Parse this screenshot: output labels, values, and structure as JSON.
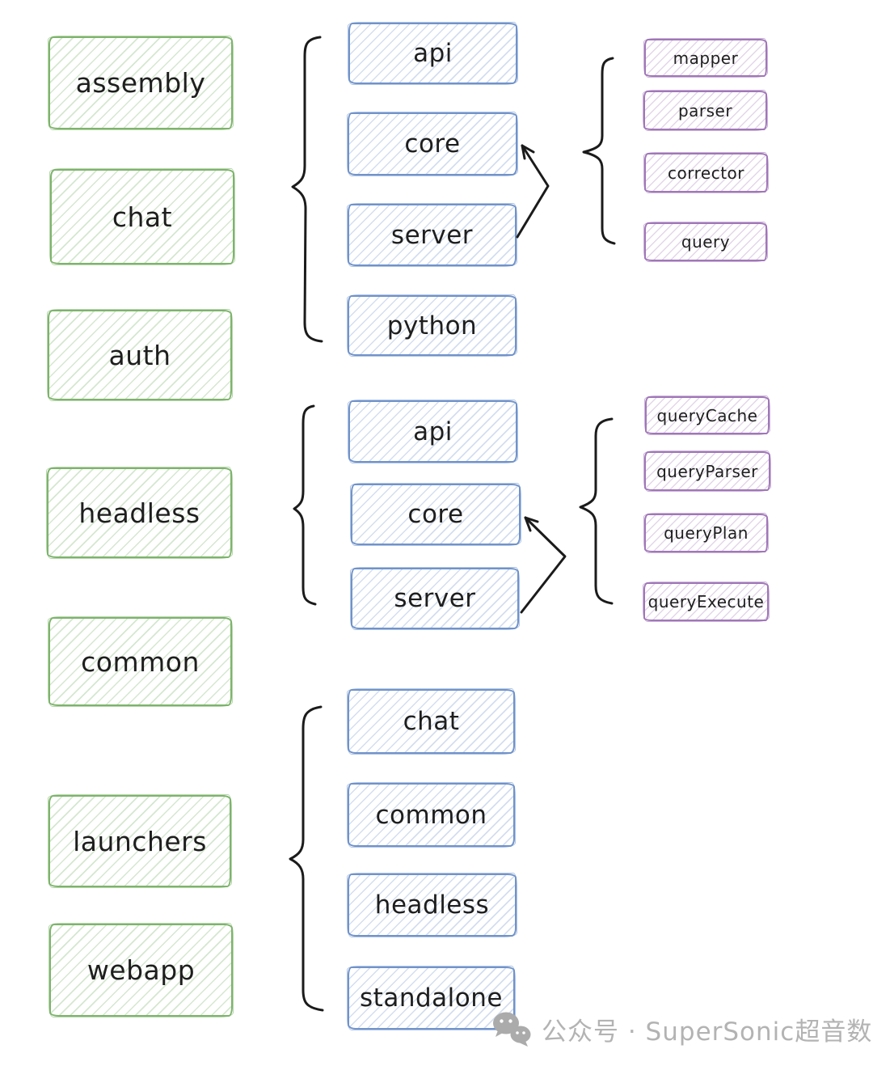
{
  "modules": {
    "left": [
      "assembly",
      "chat",
      "auth",
      "headless",
      "common",
      "launchers",
      "webapp"
    ],
    "blue_top": [
      "api",
      "core",
      "server",
      "python"
    ],
    "blue_mid": [
      "api",
      "core",
      "server"
    ],
    "blue_bottom": [
      "chat",
      "common",
      "headless",
      "standalone"
    ],
    "purple_top": [
      "mapper",
      "parser",
      "corrector",
      "query"
    ],
    "purple_mid": [
      "queryCache",
      "queryParser",
      "queryPlan",
      "queryExecute"
    ]
  },
  "relations": [
    {
      "from": "server",
      "to": "core",
      "section": "top-blue-group",
      "style": "bent-arrow"
    },
    {
      "from": "server",
      "to": "core",
      "section": "mid-blue-group",
      "style": "bent-arrow"
    }
  ],
  "colors": {
    "green_border": "#7db46b",
    "blue_border": "#7093cb",
    "purple_border": "#a177b8",
    "ink": "#1b1b1b",
    "watermark_gray": "#b3b3b3"
  },
  "watermark": {
    "icon": "wechat-icon",
    "text": "公众号 · SuperSonic超音数"
  }
}
